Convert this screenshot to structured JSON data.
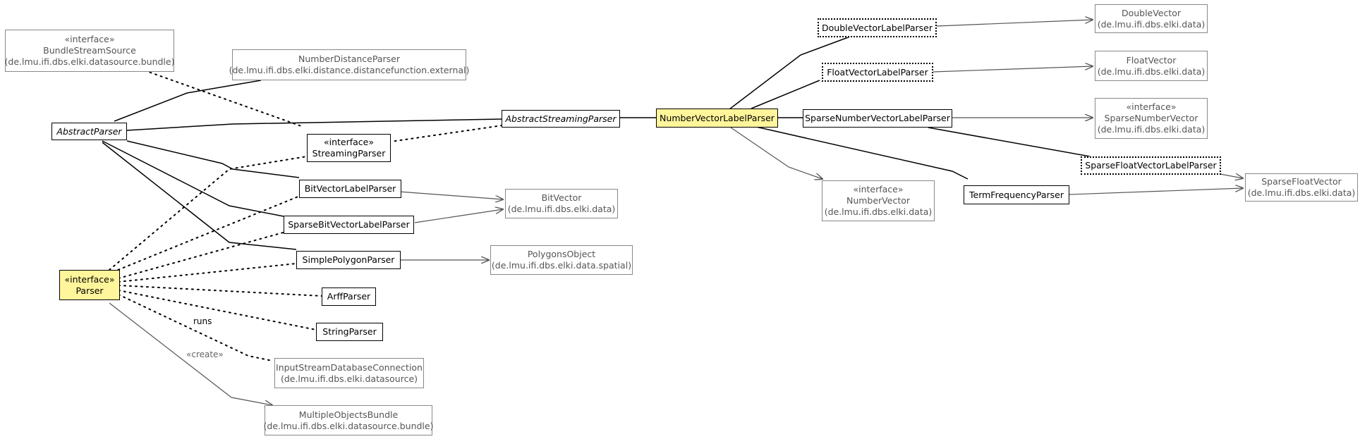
{
  "nodes": {
    "bundleStreamSource": {
      "stereotype": "«interface»",
      "name": "BundleStreamSource",
      "package": "(de.lmu.ifi.dbs.elki.datasource.bundle)"
    },
    "numberDistanceParser": {
      "name": "NumberDistanceParser",
      "package": "(de.lmu.ifi.dbs.elki.distance.distancefunction.external)"
    },
    "abstractParser": {
      "name": "AbstractParser"
    },
    "abstractStreamingParser": {
      "name": "AbstractStreamingParser"
    },
    "streamingParser": {
      "stereotype": "«interface»",
      "name": "StreamingParser"
    },
    "numberVectorLabelParser": {
      "name": "NumberVectorLabelParser"
    },
    "doubleVectorLabelParser": {
      "name": "DoubleVectorLabelParser"
    },
    "floatVectorLabelParser": {
      "name": "FloatVectorLabelParser"
    },
    "sparseNumberVectorLabelParser": {
      "name": "SparseNumberVectorLabelParser"
    },
    "sparseFloatVectorLabelParser": {
      "name": "SparseFloatVectorLabelParser"
    },
    "termFrequencyParser": {
      "name": "TermFrequencyParser"
    },
    "doubleVector": {
      "name": "DoubleVector",
      "package": "(de.lmu.ifi.dbs.elki.data)"
    },
    "floatVector": {
      "name": "FloatVector",
      "package": "(de.lmu.ifi.dbs.elki.data)"
    },
    "sparseNumberVector": {
      "stereotype": "«interface»",
      "name": "SparseNumberVector",
      "package": "(de.lmu.ifi.dbs.elki.data)"
    },
    "sparseFloatVector": {
      "name": "SparseFloatVector",
      "package": "(de.lmu.ifi.dbs.elki.data)"
    },
    "numberVector": {
      "stereotype": "«interface»",
      "name": "NumberVector",
      "package": "(de.lmu.ifi.dbs.elki.data)"
    },
    "bitVectorLabelParser": {
      "name": "BitVectorLabelParser"
    },
    "sparseBitVectorLabelParser": {
      "name": "SparseBitVectorLabelParser"
    },
    "bitVector": {
      "name": "BitVector",
      "package": "(de.lmu.ifi.dbs.elki.data)"
    },
    "simplePolygonParser": {
      "name": "SimplePolygonParser"
    },
    "polygonsObject": {
      "name": "PolygonsObject",
      "package": "(de.lmu.ifi.dbs.elki.data.spatial)"
    },
    "parser": {
      "stereotype": "«interface»",
      "name": "Parser"
    },
    "arffParser": {
      "name": "ArffParser"
    },
    "stringParser": {
      "name": "StringParser"
    },
    "inputStreamDatabaseConnection": {
      "name": "InputStreamDatabaseConnection",
      "package": "(de.lmu.ifi.dbs.elki.datasource)"
    },
    "multipleObjectsBundle": {
      "name": "MultipleObjectsBundle",
      "package": "(de.lmu.ifi.dbs.elki.datasource.bundle)"
    }
  },
  "edge_labels": {
    "runs": "runs",
    "create": "«create»"
  },
  "colors": {
    "highlight": "#fff59a",
    "main_line": "#000000",
    "external_line": "#555555",
    "external_text": "#555555"
  }
}
